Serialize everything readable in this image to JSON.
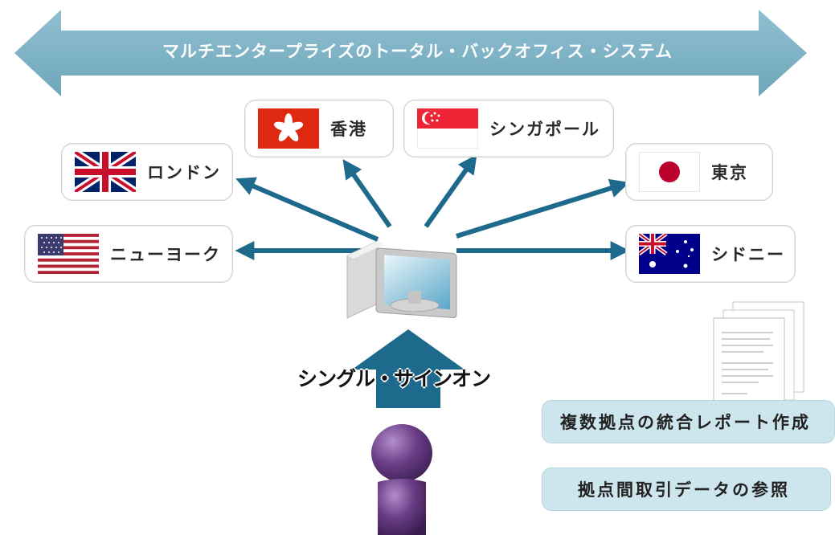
{
  "banner": {
    "label": "マルチエンタープライズのトータル・バックオフィス・システム"
  },
  "cities": {
    "hongkong": "香港",
    "singapore": "シンガポール",
    "london": "ロンドン",
    "tokyo": "東京",
    "newyork": "ニューヨーク",
    "sydney": "シドニー"
  },
  "sso_label": "シングル・サインオン",
  "features": {
    "report": "複数拠点の統合レポート作成",
    "reference": "拠点間取引データの参照"
  },
  "colors": {
    "banner": "#7fb3c6",
    "arrow": "#1d6a8c",
    "pill": "#cde5ec",
    "person": "#6a3d86"
  }
}
